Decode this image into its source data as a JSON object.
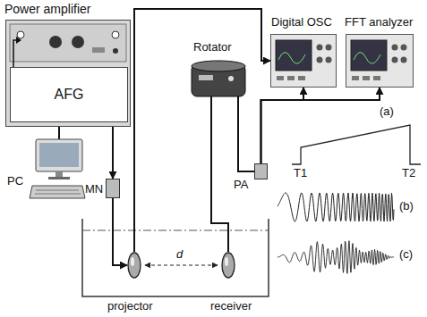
{
  "diagram": {
    "nodes": [
      {
        "text": [
          "Power amplifier"
        ]
      },
      {
        "text": [
          "AFG"
        ],
        "in": 0
      },
      {
        "text": [
          "PC"
        ]
      },
      {
        "text": [
          "MN"
        ]
      },
      {
        "text": [
          "Rotator"
        ]
      },
      {
        "text": [
          "PA"
        ]
      },
      {
        "text": [
          "Digital OSC"
        ]
      },
      {
        "text": [
          "FFT analyzer"
        ]
      },
      {
        "text": [
          "projector"
        ]
      },
      {
        "text": [
          "receiver"
        ]
      }
    ],
    "edges": [
      {
        "from": 0,
        "to": 3,
        "arrow": "to"
      },
      {
        "from": 3,
        "to": 8,
        "arrow": "to"
      },
      {
        "from": 8,
        "to": 6,
        "arrow": "to"
      },
      {
        "from": 4,
        "to": 9,
        "arrow": "none"
      },
      {
        "from": 4,
        "to": 5,
        "arrow": "none"
      },
      {
        "from": 5,
        "to": 6,
        "arrow": "to"
      },
      {
        "from": 5,
        "to": 7,
        "arrow": "to"
      },
      {
        "from": 2,
        "to": 1,
        "arrow": "none"
      }
    ],
    "labels": [
      "d",
      "(a)",
      "T1",
      "T2",
      "(b)",
      "(c)"
    ]
  }
}
